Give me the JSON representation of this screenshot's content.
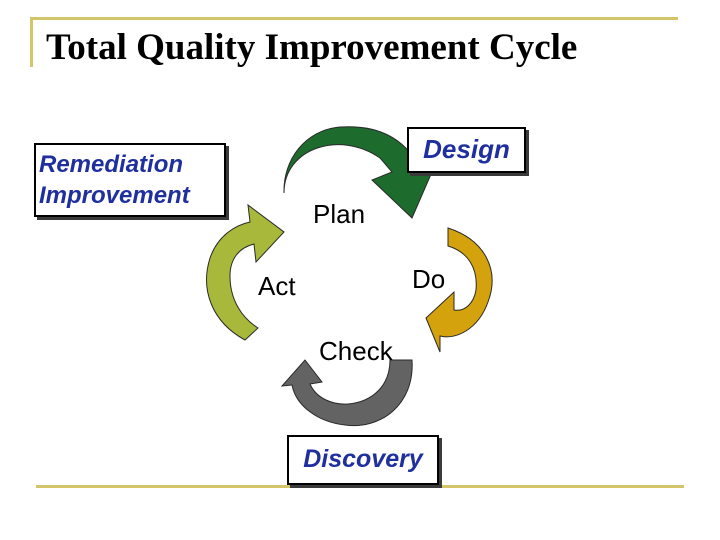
{
  "title": "Total Quality Improvement Cycle",
  "callouts": {
    "left_line1": "Remediation",
    "left_line2": "Improvement",
    "right": "Design",
    "bottom": "Discovery"
  },
  "stages": {
    "plan": "Plan",
    "do": "Do",
    "check": "Check",
    "act": "Act"
  },
  "colors": {
    "plan_arrow": "#1e6b2e",
    "do_arrow": "#d4a20c",
    "check_arrow": "#636363",
    "act_arrow": "#a8b83a",
    "callout_text": "#1f2f9e",
    "rule_lines": "#d4c46a"
  }
}
